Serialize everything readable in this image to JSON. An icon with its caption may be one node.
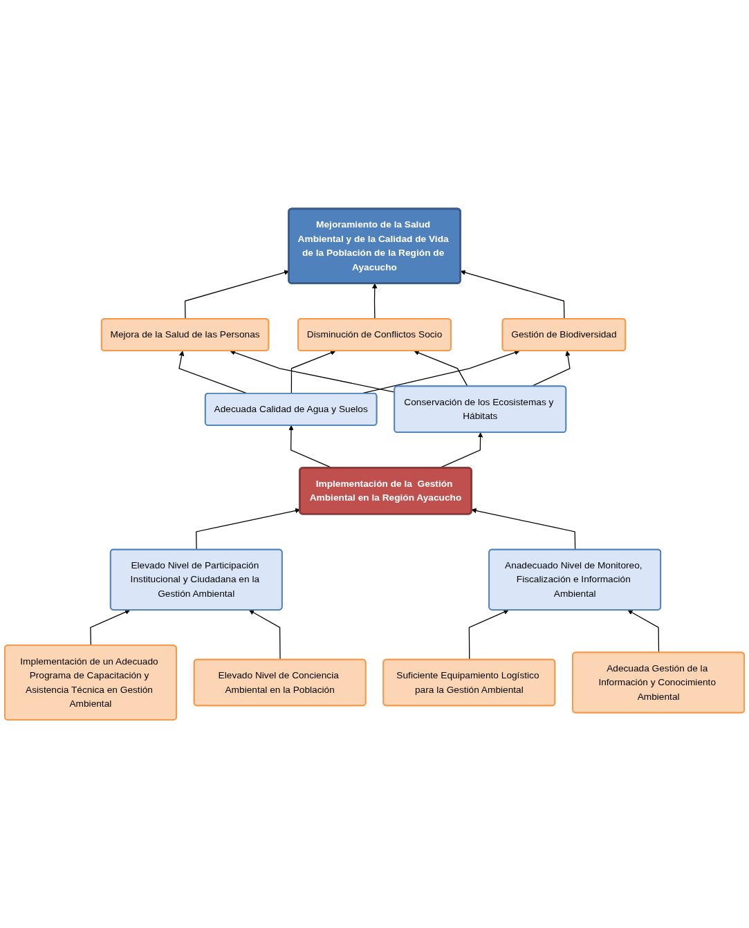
{
  "diagram": {
    "nodes": [
      {
        "text": [
          "Mejoramiento de la Salud Ambiental y de la Calidad de Vida de la Población de la Región de Ayacucho"
        ]
      },
      {
        "text": [
          "Mejora de la Salud de las Personas"
        ]
      },
      {
        "text": [
          "Disminución de Conflictos Socio"
        ]
      },
      {
        "text": [
          "Gestión de Biodiversidad"
        ]
      },
      {
        "text": [
          "Adecuada Calidad de Agua y Suelos"
        ]
      },
      {
        "text": [
          "Conservación de los Ecosistemas y Hábitats"
        ]
      },
      {
        "text": [
          "Implementación de la  Gestión Ambiental en la Región Ayacucho"
        ]
      },
      {
        "text": [
          "Elevado Nivel de Participación Institucional y Ciudadana en la Gestión Ambiental"
        ]
      },
      {
        "text": [
          "Anadecuado Nivel de Monitoreo, Fiscalización e Información Ambiental"
        ]
      },
      {
        "text": [
          "Implementación de un Adecuado Programa de Capacitación y Asistencia Técnica en Gestión Ambiental"
        ]
      },
      {
        "text": [
          "Elevado Nivel de Conciencia Ambiental en la Población"
        ]
      },
      {
        "text": [
          "Suficiente Equipamiento Logístico para la Gestión Ambiental"
        ]
      },
      {
        "text": [
          "Adecuada Gestión de la Información y Conocimiento Ambiental"
        ]
      }
    ],
    "edges": [
      {
        "from": 1,
        "to": 0,
        "arrow": "to"
      },
      {
        "from": 2,
        "to": 0,
        "arrow": "to"
      },
      {
        "from": 3,
        "to": 0,
        "arrow": "to"
      },
      {
        "from": 4,
        "to": 1,
        "arrow": "to"
      },
      {
        "from": 4,
        "to": 2,
        "arrow": "to"
      },
      {
        "from": 4,
        "to": 3,
        "arrow": "to"
      },
      {
        "from": 5,
        "to": 1,
        "arrow": "to"
      },
      {
        "from": 5,
        "to": 2,
        "arrow": "to"
      },
      {
        "from": 5,
        "to": 3,
        "arrow": "to"
      },
      {
        "from": 6,
        "to": 4,
        "arrow": "to"
      },
      {
        "from": 6,
        "to": 5,
        "arrow": "to"
      },
      {
        "from": 7,
        "to": 6,
        "arrow": "to"
      },
      {
        "from": 8,
        "to": 6,
        "arrow": "to"
      },
      {
        "from": 9,
        "to": 7,
        "arrow": "to"
      },
      {
        "from": 10,
        "to": 7,
        "arrow": "to"
      },
      {
        "from": 11,
        "to": 8,
        "arrow": "to"
      },
      {
        "from": 12,
        "to": 8,
        "arrow": "to"
      }
    ]
  }
}
